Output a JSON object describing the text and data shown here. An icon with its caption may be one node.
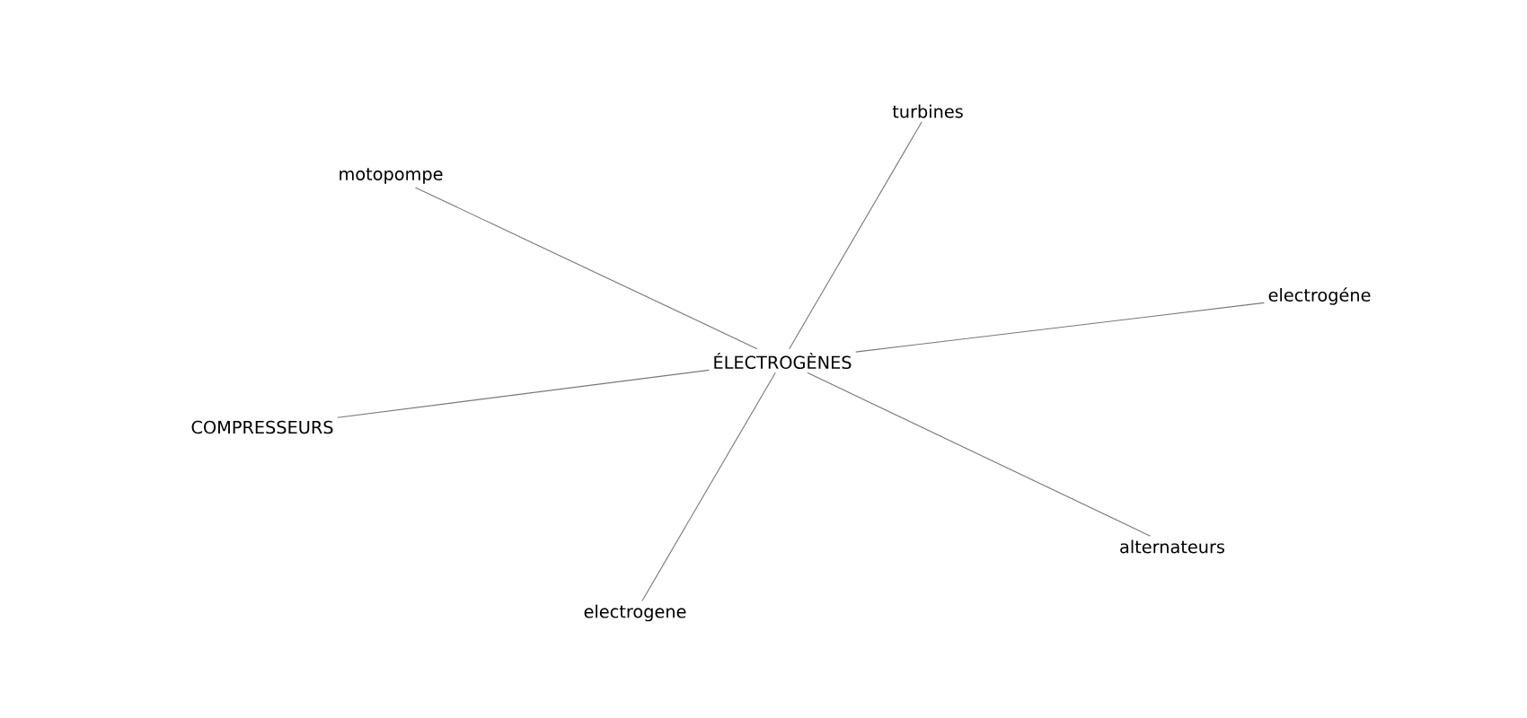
{
  "diagram": {
    "nodes": [
      {
        "text": [
          "turbines"
        ]
      },
      {
        "text": [
          "motopompe"
        ]
      },
      {
        "text": [
          "electrogéne"
        ]
      },
      {
        "text": [
          "ÉLECTROGÈNES"
        ]
      },
      {
        "text": [
          "COMPRESSEURS"
        ]
      },
      {
        "text": [
          "alternateurs"
        ]
      },
      {
        "text": [
          "electrogene"
        ]
      }
    ],
    "edges": [
      {
        "from": 3,
        "to": 0,
        "arrow": "none"
      },
      {
        "from": 3,
        "to": 1,
        "arrow": "none"
      },
      {
        "from": 3,
        "to": 2,
        "arrow": "none"
      },
      {
        "from": 3,
        "to": 4,
        "arrow": "none"
      },
      {
        "from": 3,
        "to": 5,
        "arrow": "none"
      },
      {
        "from": 3,
        "to": 6,
        "arrow": "none"
      }
    ]
  }
}
